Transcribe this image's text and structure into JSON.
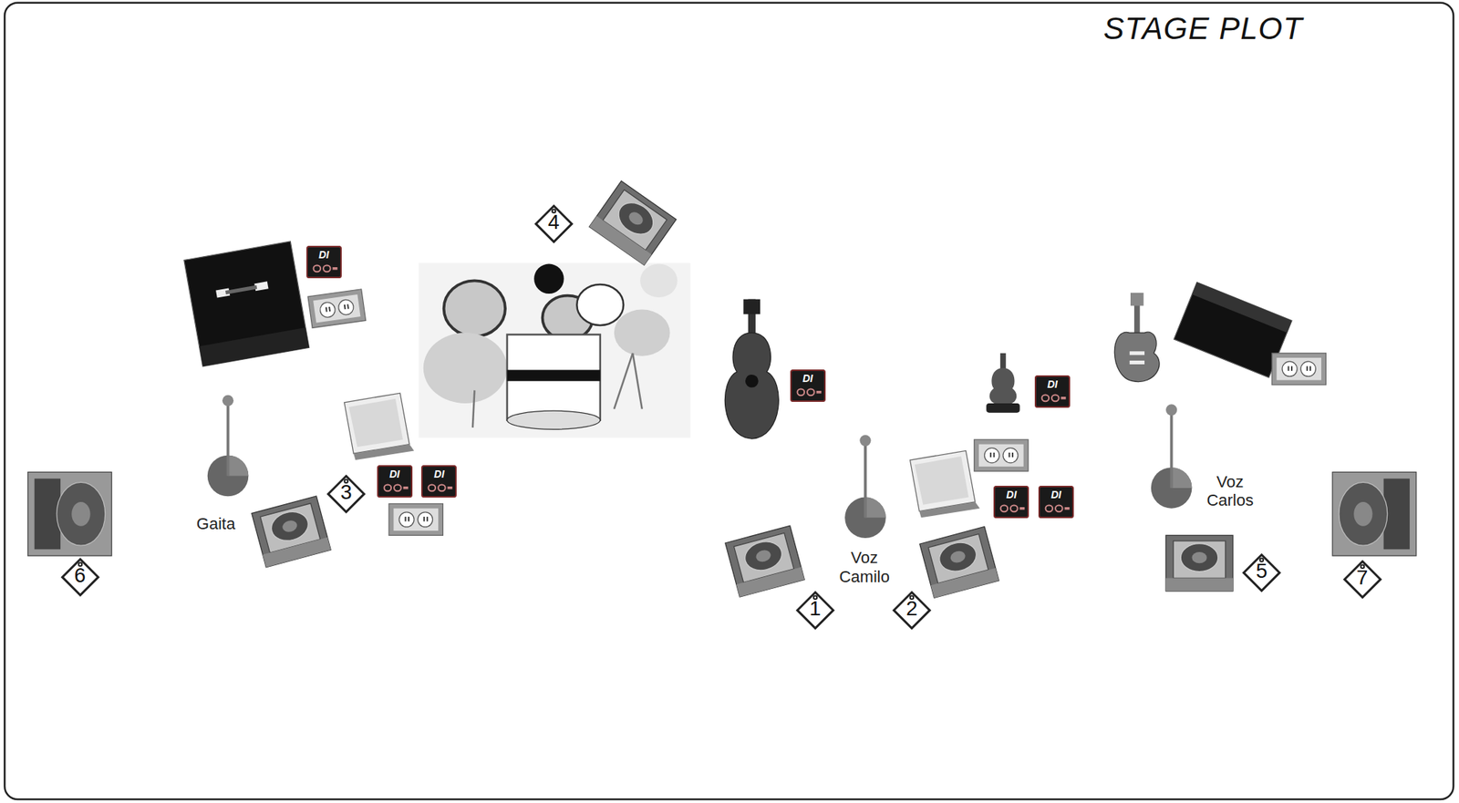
{
  "diagram": {
    "title": "STAGE PLOT",
    "nodes": [
      {
        "text": [
          "4"
        ]
      },
      {
        "text": [
          "DI"
        ]
      },
      {
        "text": [
          "DI"
        ]
      },
      {
        "text": [
          "DI"
        ]
      },
      {
        "text": [
          "DI"
        ]
      },
      {
        "text": [
          "DI"
        ]
      },
      {
        "text": [
          "3"
        ]
      },
      {
        "text": [
          "DI"
        ]
      },
      {
        "text": [
          "DI"
        ]
      },
      {
        "text": [
          "5"
        ]
      },
      {
        "text": [
          "6"
        ]
      },
      {
        "text": [
          "7"
        ]
      },
      {
        "text": [
          "1"
        ]
      },
      {
        "text": [
          "2"
        ]
      }
    ],
    "labels": [
      "Gaita",
      "Voz Camilo",
      "Voz Carlos"
    ]
  }
}
